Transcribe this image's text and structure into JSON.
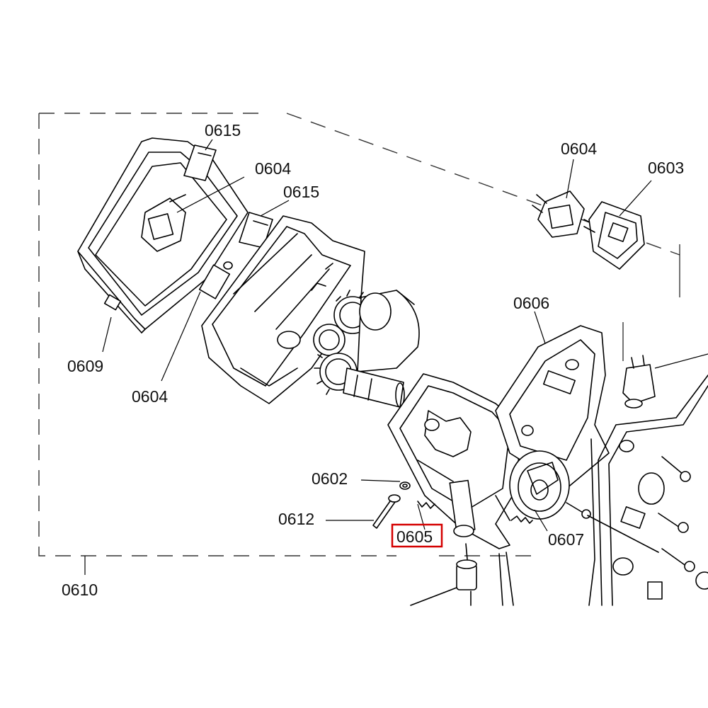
{
  "labels": {
    "l0615a": "0615",
    "l0604a": "0604",
    "l0615b": "0615",
    "l0604b": "0604",
    "l0603": "0603",
    "l0606": "0606",
    "l0609": "0609",
    "l0604c": "0604",
    "l0602": "0602",
    "l0612": "0612",
    "l0605": "0605",
    "l0607": "0607",
    "l0610": "0610"
  },
  "highlight": {
    "label": "0605",
    "color": "#d40000"
  }
}
